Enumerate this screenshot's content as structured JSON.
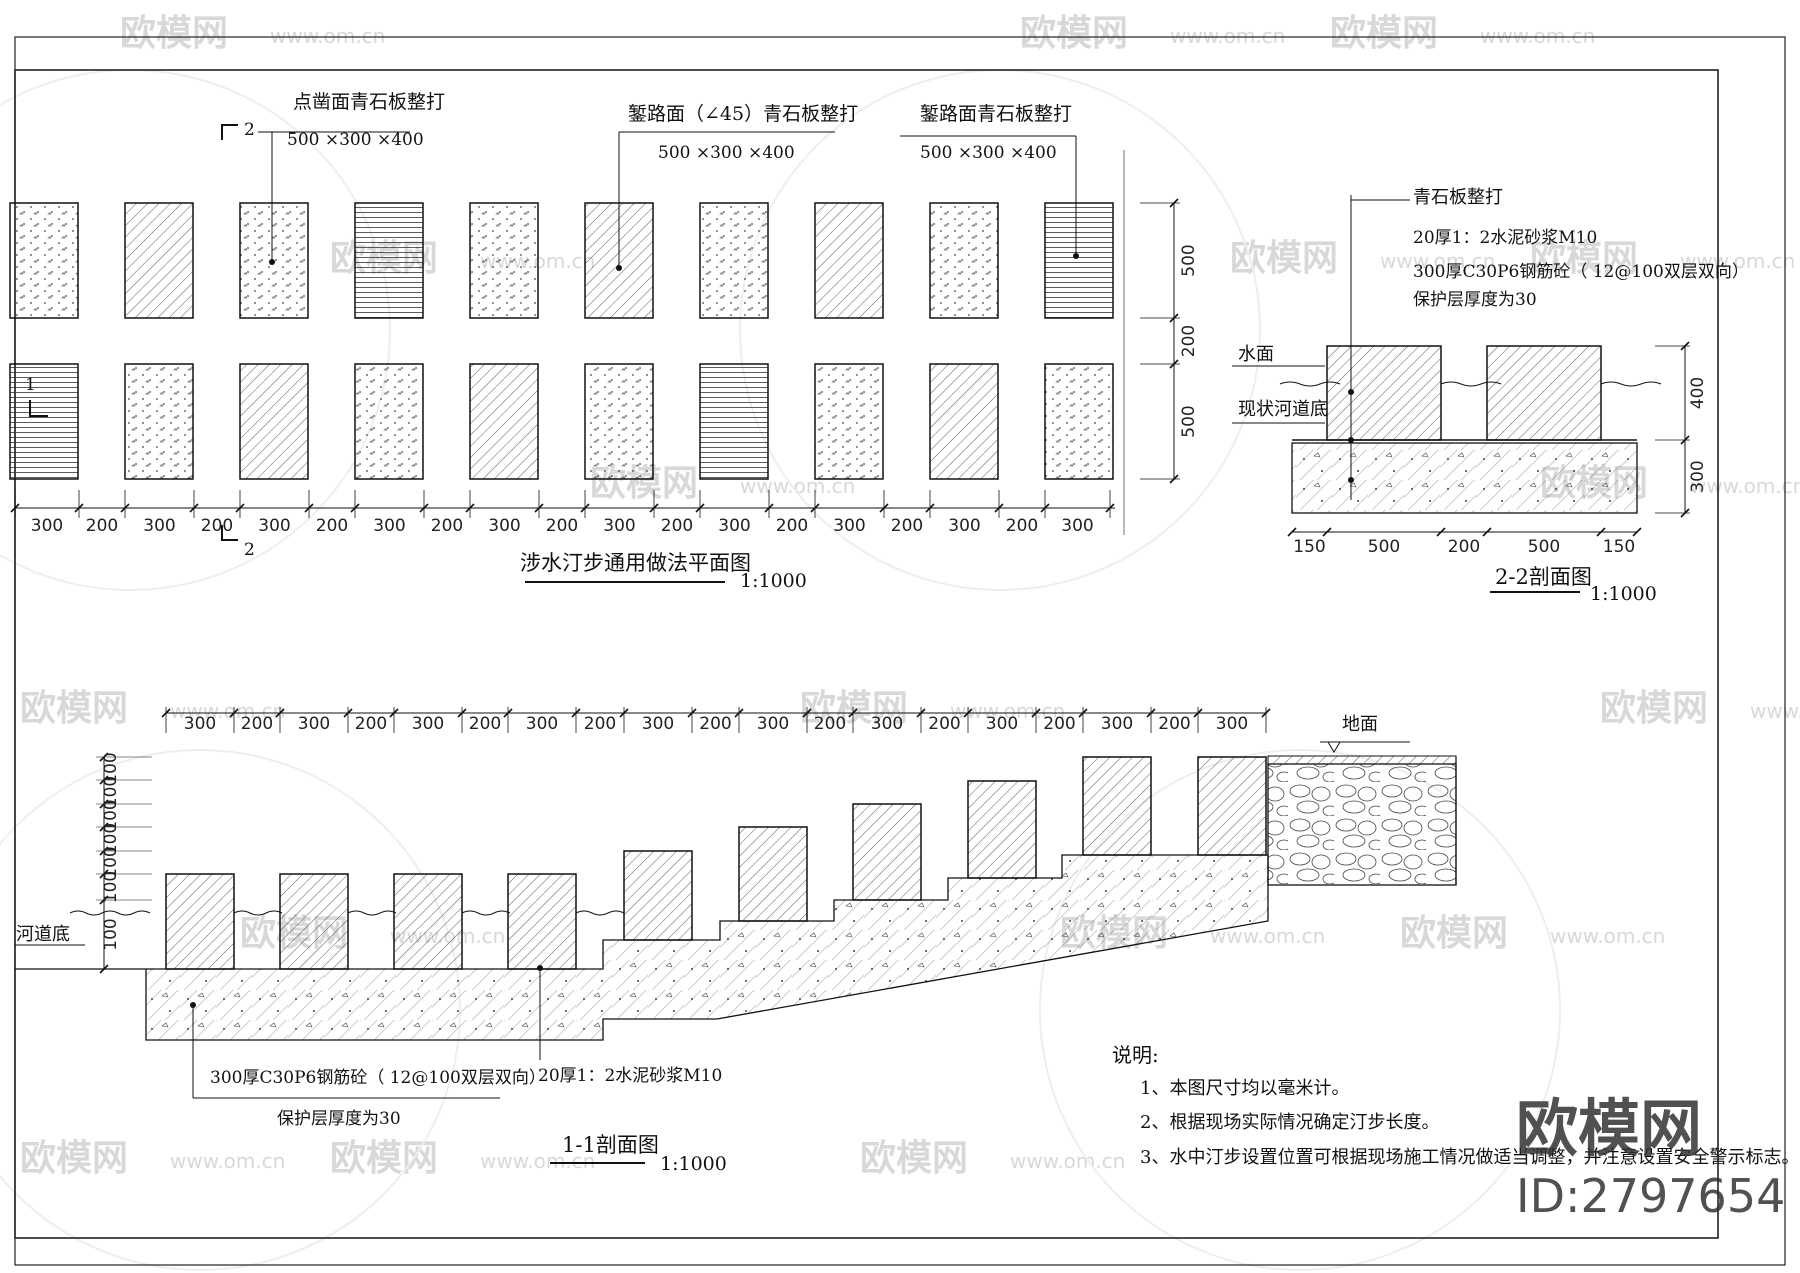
{
  "plan": {
    "callouts": {
      "dotted": {
        "name": "点凿面青石板整打",
        "size": "500 ×300 ×400"
      },
      "diagonal": {
        "name": "錾路面（∠45）青石板整打",
        "size": "500 ×300 ×400"
      },
      "lined": {
        "name": "錾路面青石板整打",
        "size": "500 ×300 ×400"
      }
    },
    "section_marks": {
      "top": "2",
      "bottom": "2",
      "left": "1"
    },
    "dims_bottom": [
      "300",
      "200",
      "300",
      "200",
      "300",
      "200",
      "300",
      "200",
      "300",
      "200",
      "300",
      "200",
      "300",
      "200",
      "300",
      "200",
      "300",
      "200",
      "300"
    ],
    "dims_right": [
      "500",
      "200",
      "500"
    ],
    "title": "涉水汀步通用做法平面图",
    "scale": "1:1000"
  },
  "section22": {
    "notes": [
      "青石板整打",
      "20厚1：2水泥砂浆M10",
      "300厚C30P6钢筋砼（  12@100双层双向）",
      "保护层厚度为30"
    ],
    "water_label": "水面",
    "bed_label": "现状河道底",
    "dims_bottom": [
      "150",
      "500",
      "200",
      "500",
      "150"
    ],
    "dims_right": [
      "400",
      "300"
    ],
    "title": "2-2剖面图",
    "scale": "1:1000"
  },
  "section11": {
    "dims_top": [
      "300",
      "200",
      "300",
      "200",
      "300",
      "200",
      "300",
      "200",
      "300",
      "200",
      "300",
      "200",
      "300",
      "200",
      "300",
      "200",
      "300",
      "200",
      "300"
    ],
    "dims_left": [
      "100",
      "100",
      "100",
      "100",
      "100",
      "100",
      "100"
    ],
    "ground_label": "地面",
    "bed_label": "河道底",
    "note_concrete": "300厚C30P6钢筋砼（  12@100双层双向）",
    "note_cover": "保护层厚度为30",
    "note_mortar": "20厚1：2水泥砂浆M10",
    "title": "1-1剖面图",
    "scale": "1:1000"
  },
  "notes": {
    "heading": "说明:",
    "items": [
      "1、本图尺寸均以毫米计。",
      "2、根据现场实际情况确定汀步长度。",
      "3、水中汀步设置位置可根据现场施工情况做适当调整，并注意设置安全警示标志。"
    ]
  },
  "watermark": {
    "brand": "欧模网",
    "site": "www.om.cn",
    "id": "ID:2797654"
  }
}
